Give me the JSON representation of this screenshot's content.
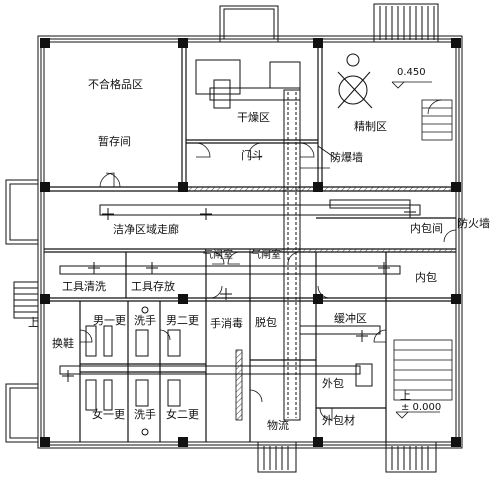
{
  "rooms": {
    "unqualified": "不合格品区",
    "temp_storage": "暂存间",
    "drying": "干燥区",
    "refining": "精制区",
    "airlock_door": "门斗",
    "explosion_wall": "防爆墙",
    "clean_corridor": "洁净区域走廊",
    "inner_pack_room": "内包间",
    "firewall": "防火墙",
    "air_lock_1": "气闸室",
    "air_lock_2": "气闸室",
    "inner_pack": "内包",
    "tool_wash": "工具清洗",
    "tool_store": "工具存放",
    "male_change1": "男一更",
    "hand_wash_m": "洗手",
    "male_change2": "男二更",
    "hand_disinfect": "手消毒",
    "unpack": "脱包",
    "buffer": "缓冲区",
    "shoe_change": "换鞋",
    "female_change1": "女一更",
    "hand_wash_f": "洗手",
    "female_change2": "女二更",
    "outer_pack": "外包",
    "logistics": "物流",
    "outer_pack_material": "外包材",
    "up_left": "上",
    "up_right": "上"
  },
  "elevations": {
    "upper": "0.450",
    "lower": "± 0.000"
  },
  "colors": {
    "line": "#111111",
    "column": "#111111",
    "hatch": "#555555"
  }
}
